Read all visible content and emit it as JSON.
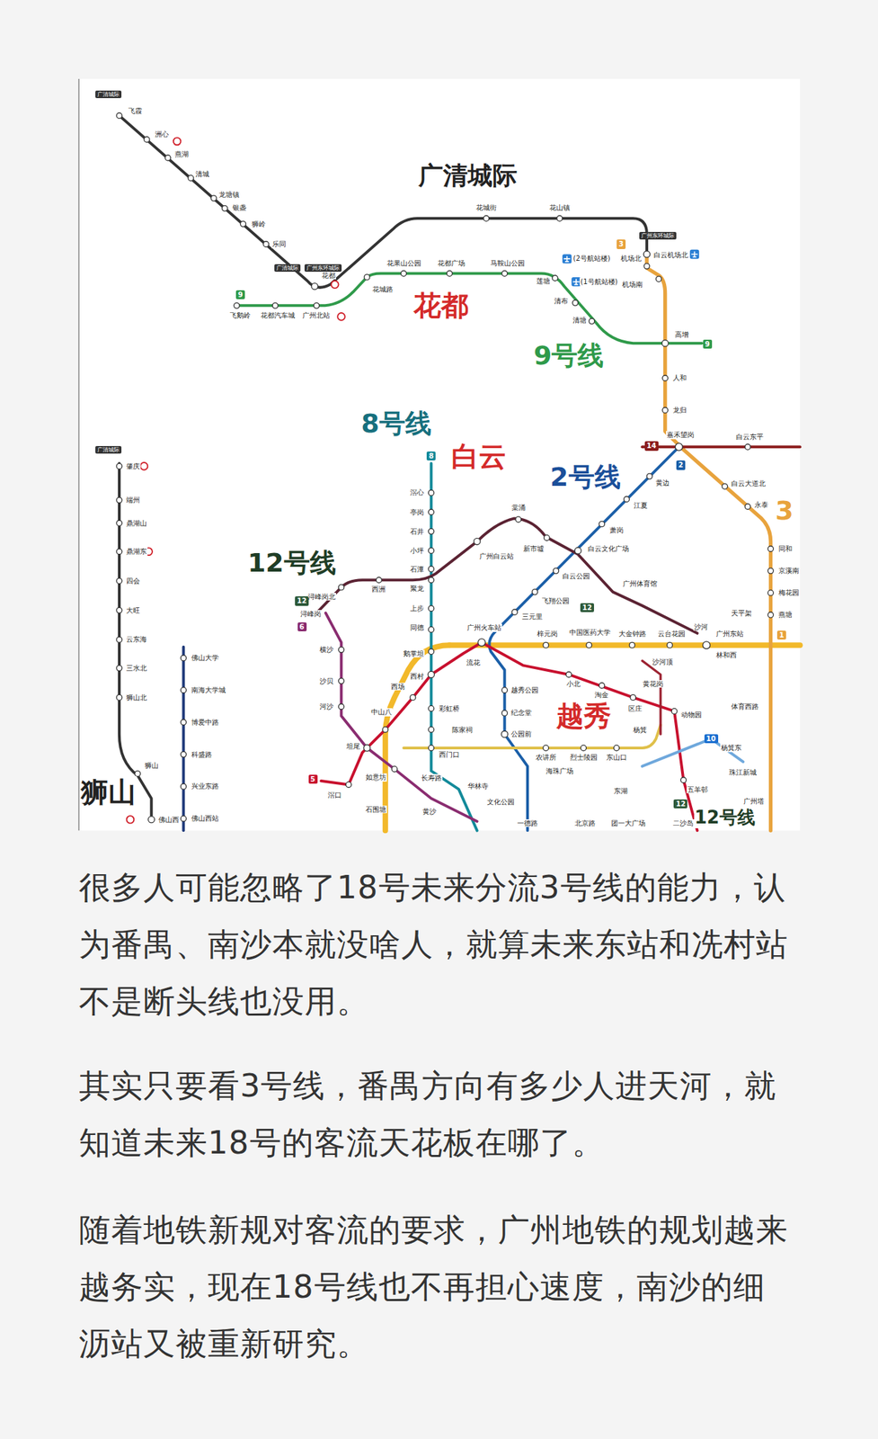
{
  "diagram": {
    "title": "广清城际",
    "nodes": [
      {
        "text": [
          "广清城际"
        ]
      },
      {
        "text": [
          "广清城际"
        ]
      },
      {
        "text": [
          "广州东环城际"
        ]
      },
      {
        "text": [
          "广州东环城际"
        ]
      },
      {
        "text": [
          "广清城际"
        ]
      },
      {
        "text": [
          "9"
        ]
      },
      {
        "text": [
          "9"
        ]
      },
      {
        "text": [
          "3"
        ]
      },
      {
        "text": [
          "14"
        ]
      },
      {
        "text": [
          "2"
        ]
      },
      {
        "text": [
          "8"
        ]
      },
      {
        "text": [
          "12"
        ]
      },
      {
        "text": [
          "6"
        ]
      },
      {
        "text": [
          "5"
        ]
      },
      {
        "text": [
          "12"
        ]
      },
      {
        "text": [
          "12"
        ]
      },
      {
        "text": [
          "10"
        ]
      },
      {
        "text": [
          "1"
        ]
      }
    ],
    "labels": [
      "花都",
      "9号线",
      "8号线",
      "白云",
      "2号线",
      "3",
      "12号线",
      "越秀",
      "狮山",
      "12号线",
      "飞霞",
      "洲心",
      "燕湖",
      "清城",
      "龙塘镇",
      "银盏",
      "狮岭",
      "乐同",
      "花都",
      "花城街",
      "花山镇",
      "白云机场北",
      "飞鹅岭",
      "花都汽车城",
      "广州北站",
      "花城路",
      "花果山公园",
      "花都广场",
      "马鞍山公园",
      "莲塘",
      "清布",
      "清塘",
      "高增",
      "(2号航站楼)",
      "机场北",
      "(1号航站楼)",
      "机场南",
      "人和",
      "龙归",
      "嘉禾望岗",
      "白云东平",
      "白云大道北",
      "永泰",
      "同和",
      "京溪南",
      "梅花园",
      "燕塘",
      "黄边",
      "江夏",
      "萧岗",
      "白云文化广场",
      "白云公园",
      "飞翔公园",
      "广州体育馆",
      "三元里",
      "棠涌",
      "新市墟",
      "广州白云站",
      "滘心",
      "亭岗",
      "石井",
      "小坪",
      "石潭",
      "聚龙",
      "上步",
      "同德",
      "鹅掌坦",
      "西村",
      "浔峰岗北",
      "西洲",
      "浔峰岗",
      "横沙",
      "沙贝",
      "河沙",
      "坦尾",
      "如意坊",
      "滘口",
      "石围塘",
      "广州火车站",
      "流花",
      "西场",
      "中山八",
      "彩虹桥",
      "陈家祠",
      "西门口",
      "长寿路",
      "黄沙",
      "华林寺",
      "文化公园",
      "越秀公园",
      "纪念堂",
      "公园前",
      "农讲所",
      "烈士陵园",
      "东山口",
      "海珠广场",
      "东湖",
      "一德路",
      "北京路",
      "团一大广场",
      "小北",
      "淘金",
      "区庄",
      "黄花岗",
      "沙河顶",
      "梓元岗",
      "中国医药大学",
      "大金钟路",
      "云台花园",
      "天平架",
      "沙河",
      "广州东站",
      "林和西",
      "动物园",
      "杨箕",
      "体育西路",
      "杨箕东",
      "珠江新城",
      "五羊邨",
      "广州塔",
      "二沙岛",
      "肇庆",
      "端州",
      "鼎湖山",
      "鼎湖东",
      "四会",
      "大旺",
      "云东海",
      "三水北",
      "狮山北",
      "狮山",
      "佛山西",
      "佛山大学",
      "南海大学城",
      "博爱中路",
      "科盛路",
      "兴业东路",
      "佛山西站",
      "很多人可能忽略了18号未来分流3号线的能力，认为番禺、南沙本就没啥人，就算未来东站和冼村站不是断头线也没用。",
      "其实只要看3号线，番禺方向有多少人进天河，就知道未来18号的客流天花板在哪了。",
      "随着地铁新规对客流的要求，广州地铁的规划越来越务实，现在18号线也不再担心速度，南沙的细沥站又被重新研究。"
    ]
  }
}
